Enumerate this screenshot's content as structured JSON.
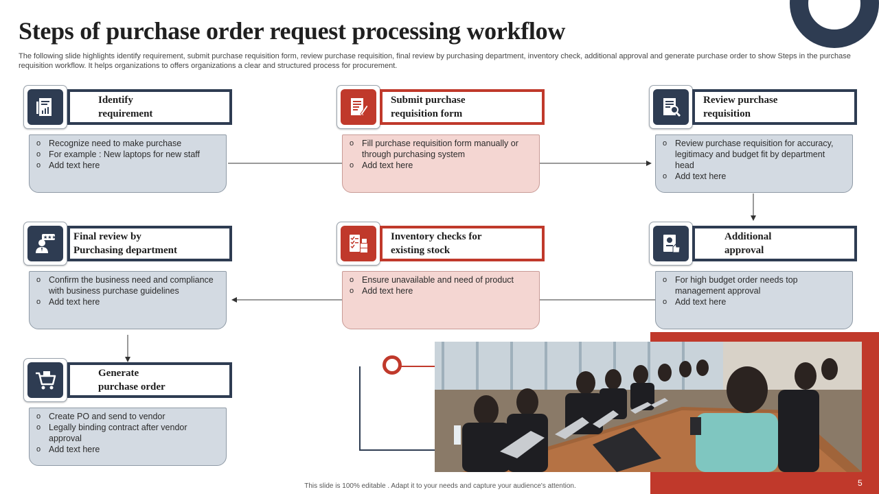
{
  "title": "Steps of purchase order request processing workflow",
  "subtitle": "The following slide highlights identify requirement, submit purchase requisition form, review purchase requisition, final review by purchasing department, inventory check, additional approval and generate purchase order to show Steps in the purchase requisition workflow. It helps organizations to offers organizations a clear and structured process for procurement.",
  "steps": [
    {
      "heading": "Identify\nrequirement",
      "icon": "report-document-icon",
      "color": "#2e3c52",
      "bullets": [
        "Recognize need to make purchase",
        "For example : New laptops for new staff",
        "Add text here"
      ]
    },
    {
      "heading": "Submit purchase\nrequisition form",
      "icon": "form-pencil-icon",
      "color": "#c0392b",
      "bullets": [
        "Fill purchase requisition form manually or through purchasing system",
        "Add text here"
      ]
    },
    {
      "heading": "Review purchase\nrequisition",
      "icon": "document-search-icon",
      "color": "#2e3c52",
      "bullets": [
        "Review purchase requisition for accuracy, legitimacy and budget fit by department head",
        "Add text here"
      ]
    },
    {
      "heading": "Final review by\nPurchasing department",
      "icon": "reviewer-person-icon",
      "color": "#2e3c52",
      "bullets": [
        "Confirm the business need  and compliance with business purchase guidelines",
        "Add text here"
      ]
    },
    {
      "heading": "Inventory checks for\nexisting stock",
      "icon": "inventory-checklist-icon",
      "color": "#c0392b",
      "bullets": [
        "Ensure unavailable  and need of product",
        "Add text here"
      ]
    },
    {
      "heading": "Additional\napproval",
      "icon": "approval-thumbs-up-icon",
      "color": "#2e3c52",
      "bullets": [
        "For high budget order needs top management approval",
        "Add text here"
      ]
    },
    {
      "heading": "Generate\npurchase order",
      "icon": "shopping-cart-icon",
      "color": "#2e3c52",
      "bullets": [
        "Create PO and send to vendor",
        "Legally binding contract after vendor  approval",
        "Add text here"
      ]
    }
  ],
  "footer": "This slide is 100% editable . Adapt it to your needs and capture your audience's attention.",
  "page_number": "5"
}
